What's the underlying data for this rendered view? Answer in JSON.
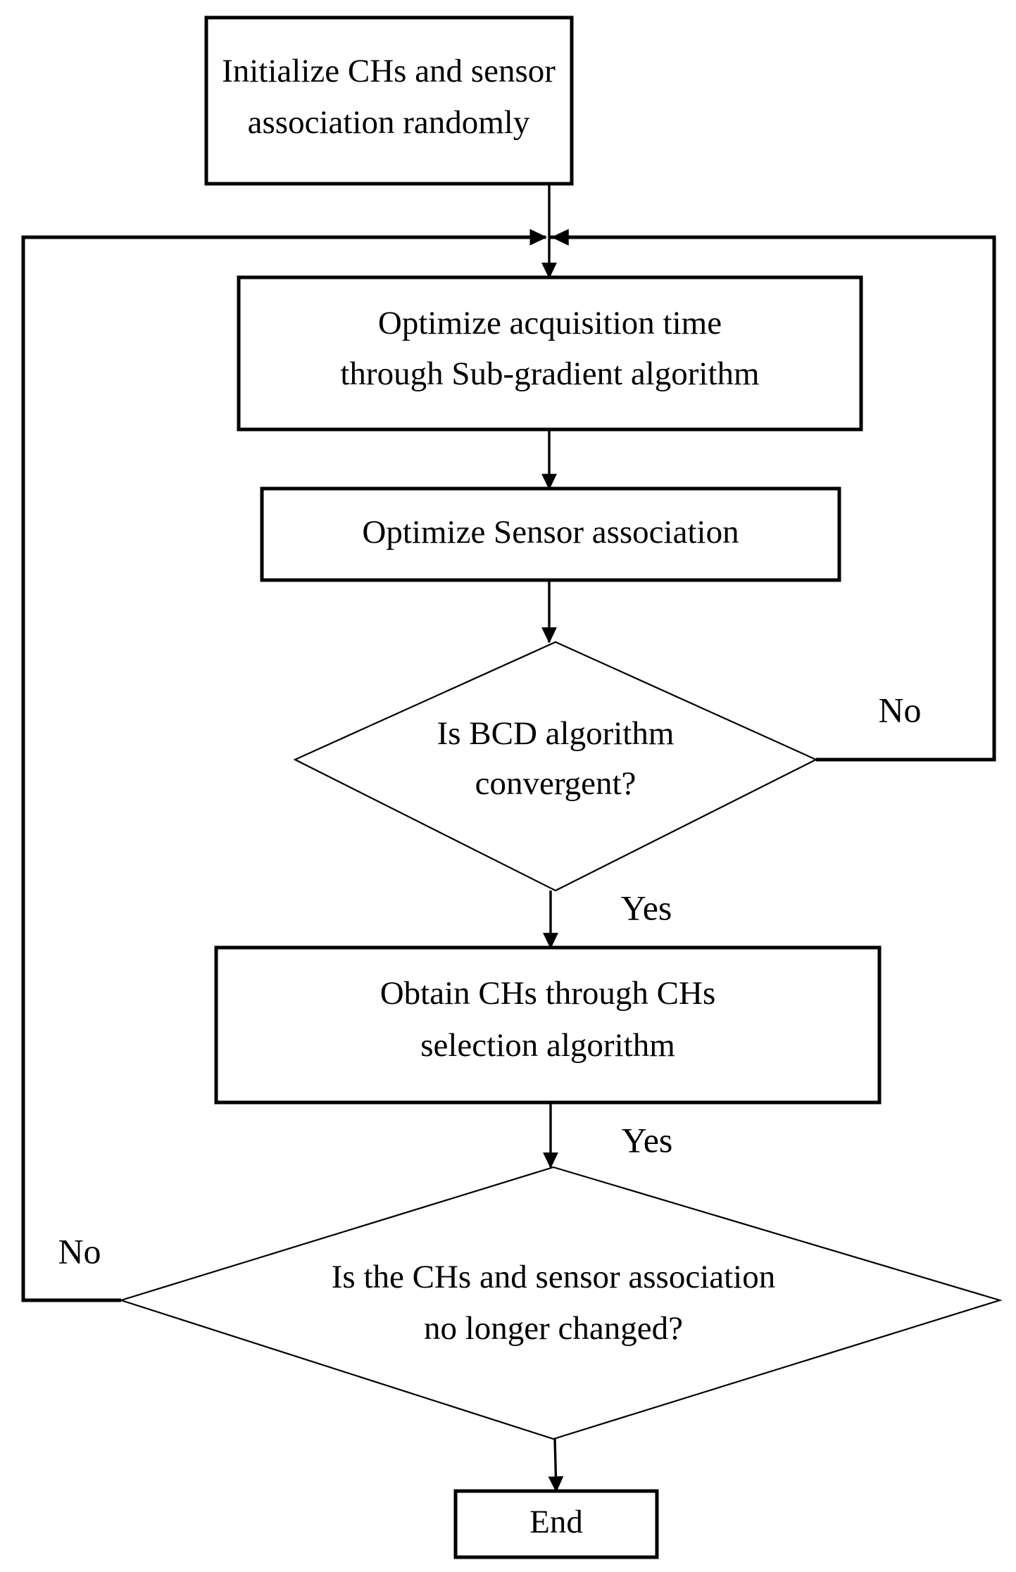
{
  "diagram": {
    "type": "flowchart",
    "title": "",
    "background_color": "#ffffff",
    "stroke_color": "#000000",
    "nodes": [
      {
        "id": "start",
        "shape": "rectangle",
        "lines": [
          "Initialize CHs and sensor",
          "association randomly"
        ]
      },
      {
        "id": "optimize-acquisition-time",
        "shape": "rectangle",
        "lines": [
          "Optimize acquisition time",
          "through Sub-gradient algorithm"
        ]
      },
      {
        "id": "optimize-sensor-association",
        "shape": "rectangle",
        "lines": [
          "Optimize Sensor association"
        ]
      },
      {
        "id": "bcd-convergent-decision",
        "shape": "diamond",
        "lines": [
          "Is BCD algorithm",
          "convergent?"
        ]
      },
      {
        "id": "obtain-chs",
        "shape": "rectangle",
        "lines": [
          "Obtain CHs through CHs",
          "selection algorithm"
        ]
      },
      {
        "id": "chs-changed-decision",
        "shape": "diamond",
        "lines": [
          "Is the CHs and sensor association",
          "no longer changed?"
        ]
      },
      {
        "id": "end",
        "shape": "rectangle",
        "lines": [
          "End"
        ]
      }
    ],
    "edge_labels": [
      {
        "id": "bcd-no-label",
        "text": "No"
      },
      {
        "id": "bcd-yes-label",
        "text": "Yes"
      },
      {
        "id": "chs-yes-label",
        "text": "Yes"
      },
      {
        "id": "chs-no-label",
        "text": "No"
      }
    ]
  }
}
